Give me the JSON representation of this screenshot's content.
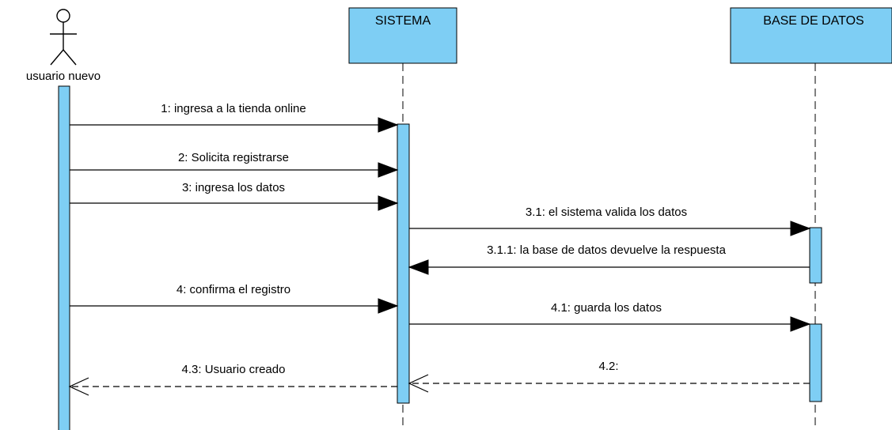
{
  "participants": [
    {
      "id": "usuario",
      "label": "usuario nuevo",
      "kind": "actor"
    },
    {
      "id": "sistema",
      "label": "SISTEMA",
      "kind": "object"
    },
    {
      "id": "bd",
      "label": "BASE DE DATOS",
      "kind": "object"
    }
  ],
  "messages": [
    {
      "id": "m1",
      "label": "1: ingresa a la tienda online",
      "from": "usuario",
      "to": "sistema",
      "style": "sync"
    },
    {
      "id": "m2",
      "label": "2: Solicita registrarse",
      "from": "usuario",
      "to": "sistema",
      "style": "sync"
    },
    {
      "id": "m3",
      "label": "3: ingresa los datos",
      "from": "usuario",
      "to": "sistema",
      "style": "sync"
    },
    {
      "id": "m31",
      "label": "3.1: el sistema valida los datos",
      "from": "sistema",
      "to": "bd",
      "style": "sync"
    },
    {
      "id": "m311",
      "label": "3.1.1: la base de datos devuelve la respuesta",
      "from": "bd",
      "to": "sistema",
      "style": "sync"
    },
    {
      "id": "m4",
      "label": "4: confirma el registro",
      "from": "usuario",
      "to": "sistema",
      "style": "sync"
    },
    {
      "id": "m41",
      "label": "4.1: guarda los datos",
      "from": "sistema",
      "to": "bd",
      "style": "sync"
    },
    {
      "id": "m42",
      "label": "4.2:",
      "from": "bd",
      "to": "sistema",
      "style": "return"
    },
    {
      "id": "m43",
      "label": "4.3: Usuario creado",
      "from": "sistema",
      "to": "usuario",
      "style": "return"
    }
  ],
  "colors": {
    "box_fill": "#7ecef4",
    "line": "#000000"
  }
}
